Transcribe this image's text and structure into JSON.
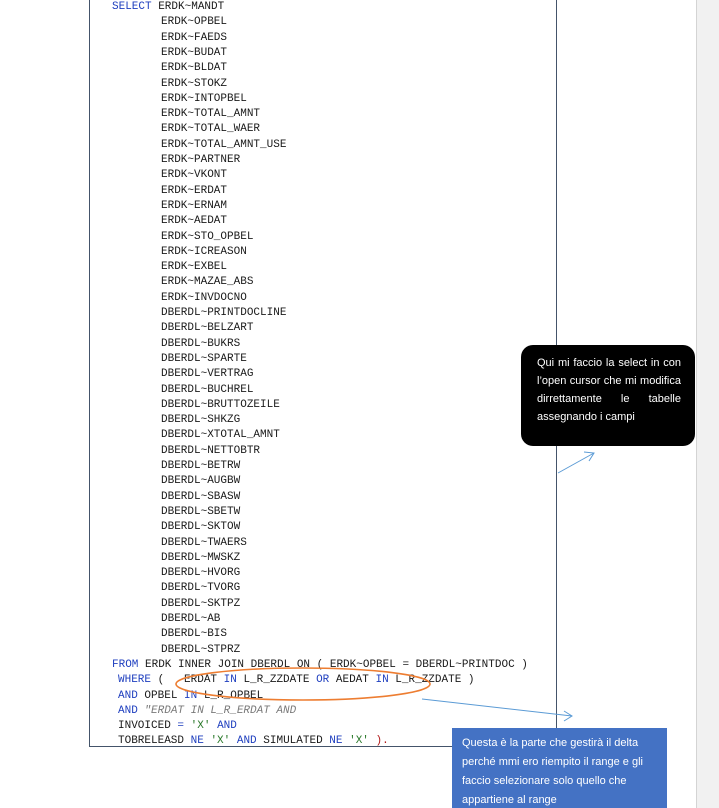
{
  "code_lines": [
    {
      "indent": 0,
      "parts": [
        {
          "t": "SELECT",
          "c": "kw"
        },
        {
          "t": " ERDK~MANDT"
        }
      ]
    },
    {
      "indent": 1,
      "parts": [
        {
          "t": "ERDK~OPBEL"
        }
      ]
    },
    {
      "indent": 1,
      "parts": [
        {
          "t": "ERDK~FAEDS"
        }
      ]
    },
    {
      "indent": 1,
      "parts": [
        {
          "t": "ERDK~BUDAT"
        }
      ]
    },
    {
      "indent": 1,
      "parts": [
        {
          "t": "ERDK~BLDAT"
        }
      ]
    },
    {
      "indent": 1,
      "parts": [
        {
          "t": "ERDK~STOKZ"
        }
      ]
    },
    {
      "indent": 1,
      "parts": [
        {
          "t": "ERDK~INTOPBEL"
        }
      ]
    },
    {
      "indent": 1,
      "parts": [
        {
          "t": "ERDK~TOTAL_AMNT"
        }
      ]
    },
    {
      "indent": 1,
      "parts": [
        {
          "t": "ERDK~TOTAL_WAER"
        }
      ]
    },
    {
      "indent": 1,
      "parts": [
        {
          "t": "ERDK~TOTAL_AMNT_USE"
        }
      ]
    },
    {
      "indent": 1,
      "parts": [
        {
          "t": "ERDK~PARTNER"
        }
      ]
    },
    {
      "indent": 1,
      "parts": [
        {
          "t": "ERDK~VKONT"
        }
      ]
    },
    {
      "indent": 1,
      "parts": [
        {
          "t": "ERDK~ERDAT"
        }
      ]
    },
    {
      "indent": 1,
      "parts": [
        {
          "t": "ERDK~ERNAM"
        }
      ]
    },
    {
      "indent": 1,
      "parts": [
        {
          "t": "ERDK~AEDAT"
        }
      ]
    },
    {
      "indent": 1,
      "parts": [
        {
          "t": "ERDK~STO_OPBEL"
        }
      ]
    },
    {
      "indent": 1,
      "parts": [
        {
          "t": "ERDK~ICREASON"
        }
      ]
    },
    {
      "indent": 1,
      "parts": [
        {
          "t": "ERDK~EXBEL"
        }
      ]
    },
    {
      "indent": 1,
      "parts": [
        {
          "t": "ERDK~MAZAE_ABS"
        }
      ]
    },
    {
      "indent": 1,
      "parts": [
        {
          "t": "ERDK~INVDOCNO"
        }
      ]
    },
    {
      "indent": 1,
      "parts": [
        {
          "t": "DBERDL~PRINTDOCLINE"
        }
      ]
    },
    {
      "indent": 1,
      "parts": [
        {
          "t": "DBERDL~BELZART"
        }
      ]
    },
    {
      "indent": 1,
      "parts": [
        {
          "t": "DBERDL~BUKRS"
        }
      ]
    },
    {
      "indent": 1,
      "parts": [
        {
          "t": "DBERDL~SPARTE"
        }
      ]
    },
    {
      "indent": 1,
      "parts": [
        {
          "t": "DBERDL~VERTRAG"
        }
      ]
    },
    {
      "indent": 1,
      "parts": [
        {
          "t": "DBERDL~BUCHREL"
        }
      ]
    },
    {
      "indent": 1,
      "parts": [
        {
          "t": "DBERDL~BRUTTOZEILE"
        }
      ]
    },
    {
      "indent": 1,
      "parts": [
        {
          "t": "DBERDL~SHKZG"
        }
      ]
    },
    {
      "indent": 1,
      "parts": [
        {
          "t": "DBERDL~XTOTAL_AMNT"
        }
      ]
    },
    {
      "indent": 1,
      "parts": [
        {
          "t": "DBERDL~NETTOBTR"
        }
      ]
    },
    {
      "indent": 1,
      "parts": [
        {
          "t": "DBERDL~BETRW"
        }
      ]
    },
    {
      "indent": 1,
      "parts": [
        {
          "t": "DBERDL~AUGBW"
        }
      ]
    },
    {
      "indent": 1,
      "parts": [
        {
          "t": "DBERDL~SBASW"
        }
      ]
    },
    {
      "indent": 1,
      "parts": [
        {
          "t": "DBERDL~SBETW"
        }
      ]
    },
    {
      "indent": 1,
      "parts": [
        {
          "t": "DBERDL~SKTOW"
        }
      ]
    },
    {
      "indent": 1,
      "parts": [
        {
          "t": "DBERDL~TWAERS"
        }
      ]
    },
    {
      "indent": 1,
      "parts": [
        {
          "t": "DBERDL~MWSKZ"
        }
      ]
    },
    {
      "indent": 1,
      "parts": [
        {
          "t": "DBERDL~HVORG"
        }
      ]
    },
    {
      "indent": 1,
      "parts": [
        {
          "t": "DBERDL~TVORG"
        }
      ]
    },
    {
      "indent": 1,
      "parts": [
        {
          "t": "DBERDL~SKTPZ"
        }
      ]
    },
    {
      "indent": 1,
      "parts": [
        {
          "t": "DBERDL~AB"
        }
      ]
    },
    {
      "indent": 1,
      "parts": [
        {
          "t": "DBERDL~BIS"
        }
      ]
    },
    {
      "indent": 1,
      "parts": [
        {
          "t": "DBERDL~STPRZ"
        }
      ]
    },
    {
      "indent": 2,
      "parts": [
        {
          "t": "FROM",
          "c": "kw"
        },
        {
          "t": " ERDK INNER JOIN DBERDL ON ( ERDK~OPBEL = DBERDL~PRINTDOC )"
        }
      ]
    },
    {
      "indent": 3,
      "parts": [
        {
          "t": "WHERE",
          "c": "kw"
        },
        {
          "t": " (   ERDAT "
        },
        {
          "t": "IN",
          "c": "kw"
        },
        {
          "t": " L_R_ZZDATE "
        },
        {
          "t": "OR",
          "c": "kw"
        },
        {
          "t": " AEDAT "
        },
        {
          "t": "IN",
          "c": "kw"
        },
        {
          "t": " L_R_ZZDATE )"
        }
      ]
    },
    {
      "indent": 3,
      "parts": [
        {
          "t": "AND",
          "c": "kw"
        },
        {
          "t": " OPBEL "
        },
        {
          "t": "IN",
          "c": "kw"
        },
        {
          "t": " L_R_OPBEL"
        }
      ]
    },
    {
      "indent": 3,
      "parts": [
        {
          "t": "AND",
          "c": "kw"
        },
        {
          "t": " \"ERDAT IN L_R_ERDAT AND",
          "c": "cmt"
        }
      ]
    },
    {
      "indent": 3,
      "parts": [
        {
          "t": "INVOICED "
        },
        {
          "t": "=",
          "c": "op"
        },
        {
          "t": " "
        },
        {
          "t": "'X'",
          "c": "str"
        },
        {
          "t": " "
        },
        {
          "t": "AND",
          "c": "kw"
        }
      ]
    },
    {
      "indent": 3,
      "parts": [
        {
          "t": "TOBRELEASD "
        },
        {
          "t": "NE",
          "c": "kw"
        },
        {
          "t": " "
        },
        {
          "t": "'X'",
          "c": "str"
        },
        {
          "t": " "
        },
        {
          "t": "AND",
          "c": "kw"
        },
        {
          "t": " SIMULATED "
        },
        {
          "t": "NE",
          "c": "kw"
        },
        {
          "t": " "
        },
        {
          "t": "'X'",
          "c": "str"
        },
        {
          "t": " ).",
          "c": "red"
        }
      ]
    }
  ],
  "callout_select": "Qui mi faccio la select in con l’open cursor che mi modifica dirrettamente le tabelle assegnando i campi",
  "callout_delta": "Questa è la parte che gestirà il delta perché mmi ero riempito il range e gli faccio selezionare solo quello che appartiene al range",
  "colors": {
    "keyword": "#1f3fbf",
    "string": "#2c7a2c",
    "highlight_ellipse": "#ed7d31",
    "callout_blue": "#4472c4",
    "callout_black": "#000000"
  }
}
